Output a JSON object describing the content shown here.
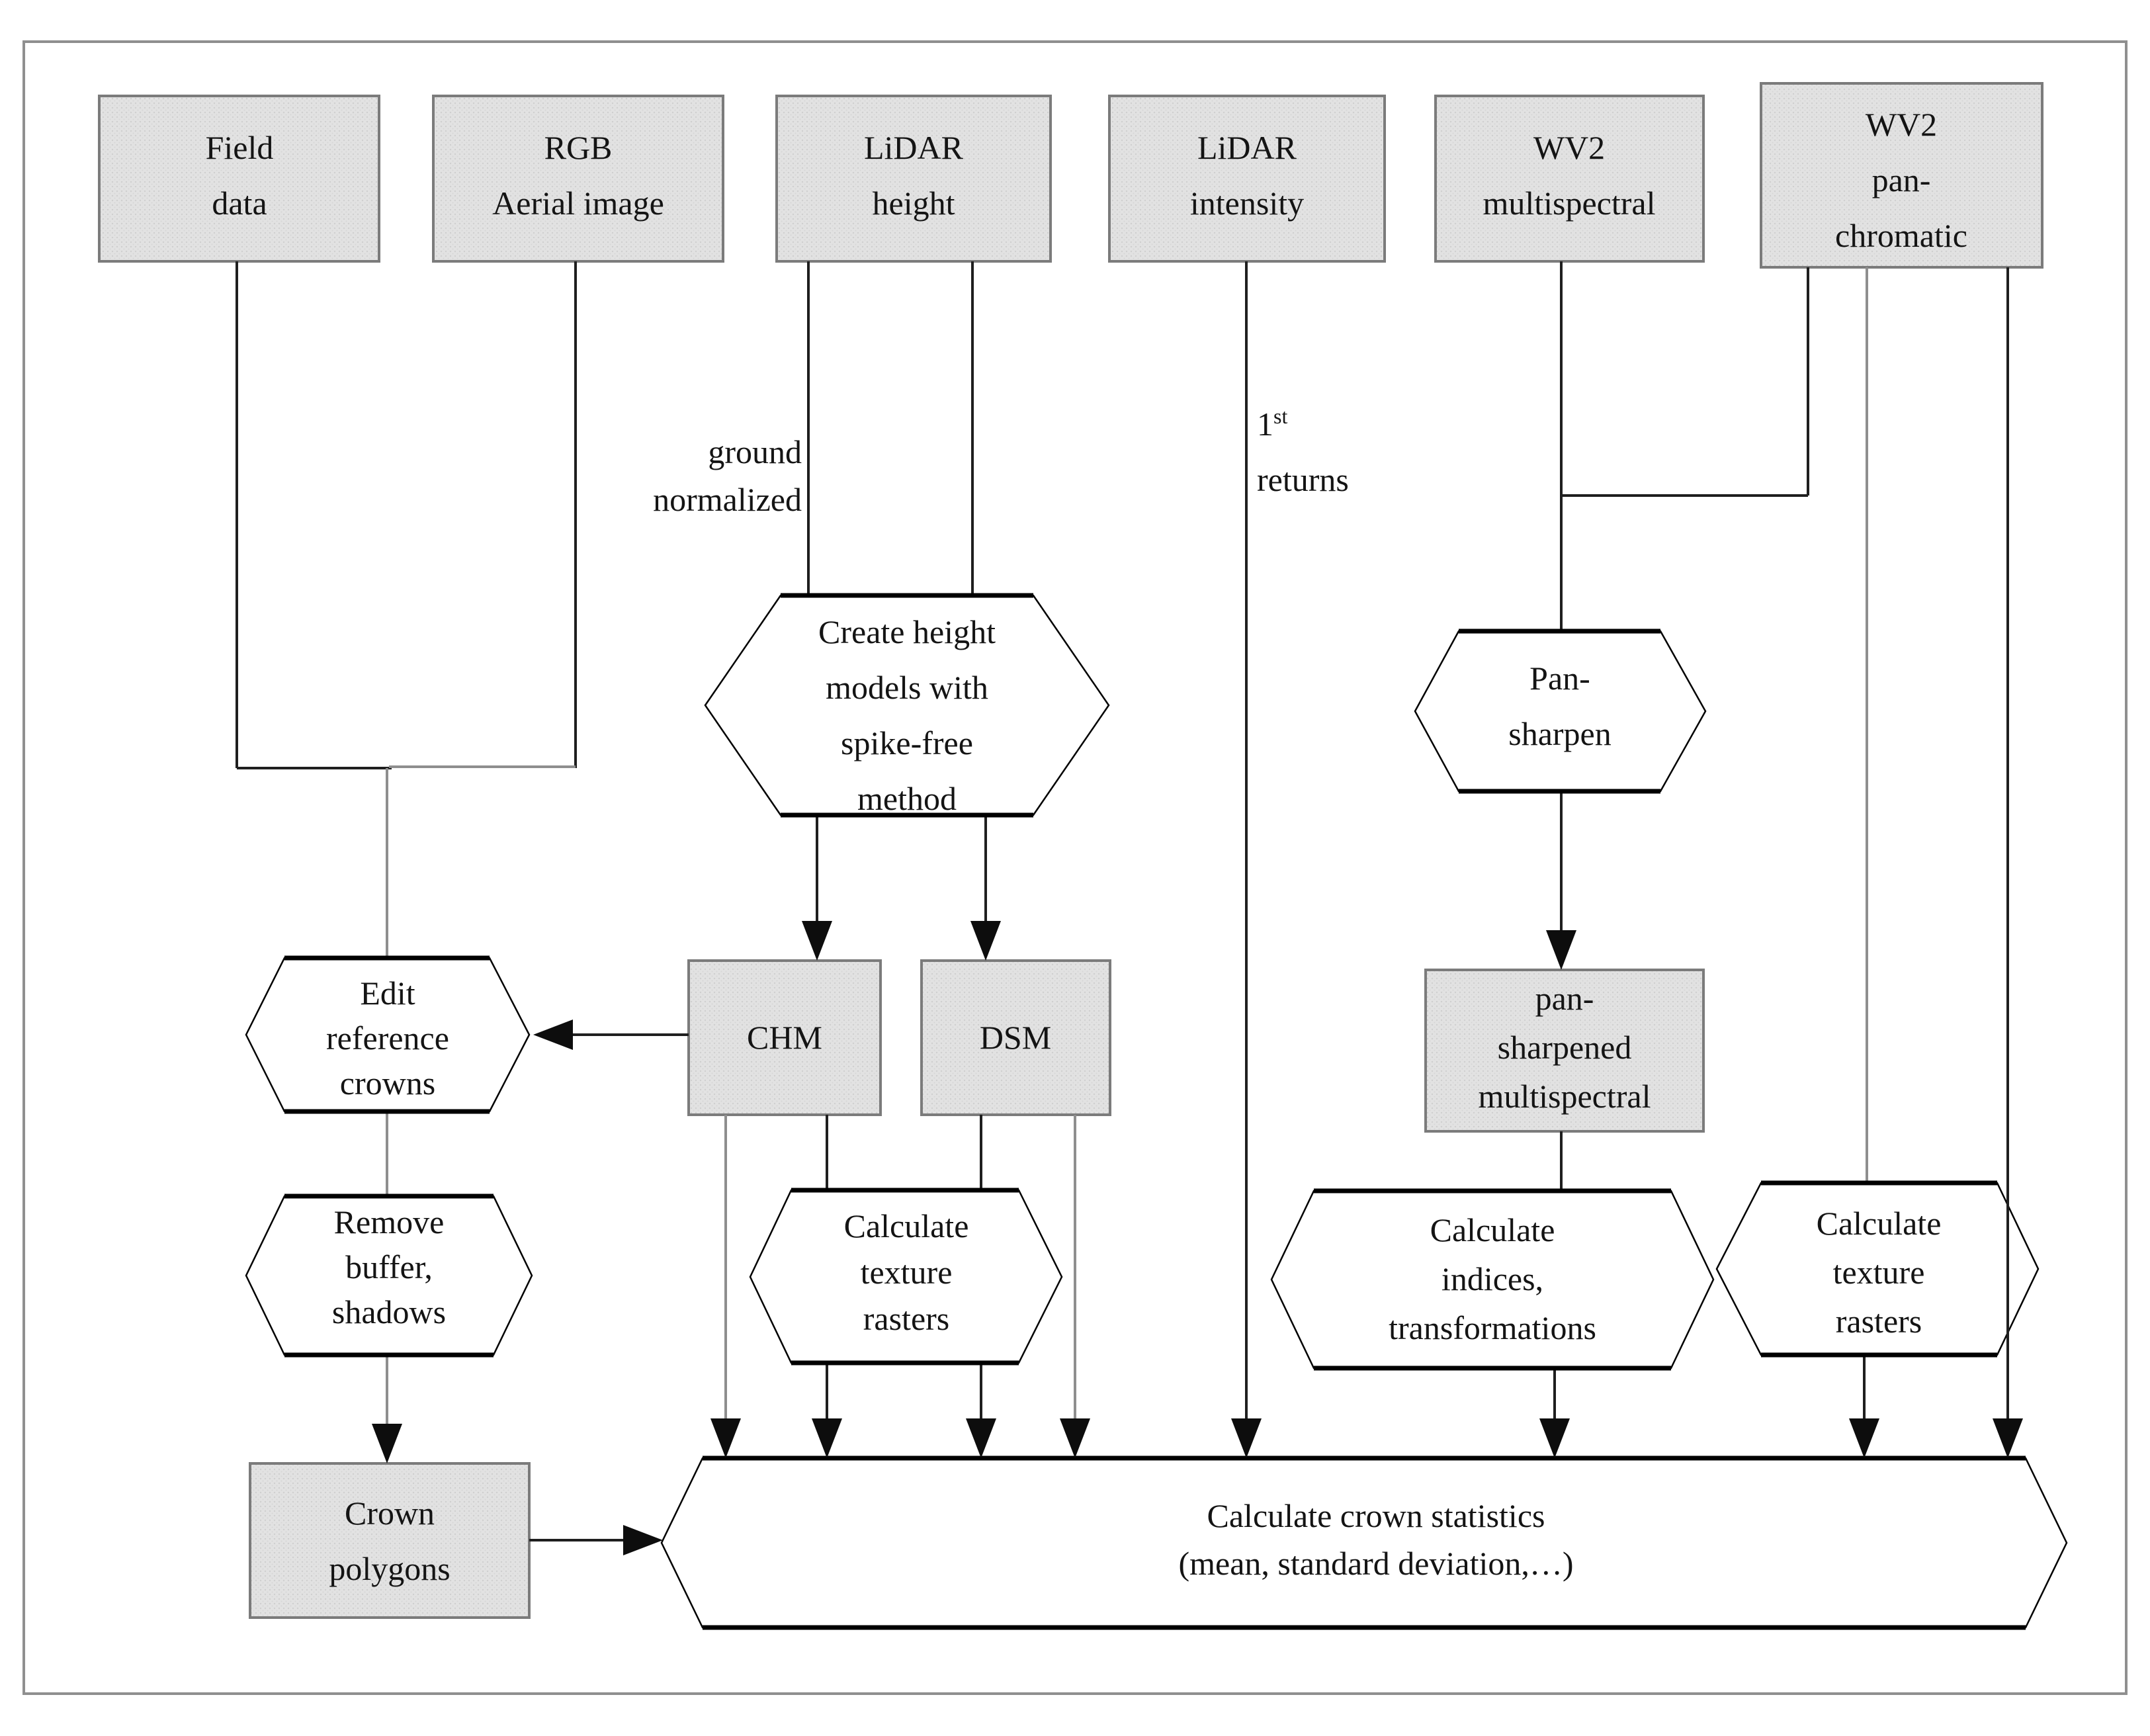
{
  "diagram_type": "flowchart",
  "colors": {
    "background": "#ffffff",
    "box_fill": "#e2e2e2",
    "box_border": "#7b7b7b",
    "hexagon_fill": "#ffffff",
    "hexagon_border": "#000000",
    "line_dark": "#1f1f1f",
    "line_gray": "#8e8e8e",
    "text": "#141414"
  },
  "nodes": {
    "field_data": {
      "lines": [
        "Field",
        "data"
      ]
    },
    "rgb_aerial_image": {
      "lines": [
        "RGB",
        "Aerial image"
      ]
    },
    "lidar_height": {
      "lines": [
        "LiDAR",
        "height"
      ]
    },
    "lidar_intensity": {
      "lines": [
        "LiDAR",
        "intensity"
      ]
    },
    "wv2_multispectral": {
      "lines": [
        "WV2",
        "multispectral"
      ]
    },
    "wv2_panchromatic": {
      "lines": [
        "WV2",
        "pan-",
        "chromatic"
      ]
    },
    "create_height_models": {
      "lines": [
        "Create height",
        "models with",
        "spike-free",
        "method"
      ]
    },
    "pan_sharpen": {
      "lines": [
        "Pan-",
        "sharpen"
      ]
    },
    "chm": {
      "lines": [
        "CHM"
      ]
    },
    "dsm": {
      "lines": [
        "DSM"
      ]
    },
    "pan_sharpened_multispectral": {
      "lines": [
        "pan-",
        "sharpened",
        "multispectral"
      ]
    },
    "edit_reference_crowns": {
      "lines": [
        "Edit",
        "reference",
        "crowns"
      ]
    },
    "remove_buffer_shadows": {
      "lines": [
        "Remove",
        "buffer,",
        "shadows"
      ]
    },
    "calculate_texture_rasters_lidar": {
      "lines": [
        "Calculate",
        "texture",
        "rasters"
      ]
    },
    "calculate_indices_transformations": {
      "lines": [
        "Calculate",
        "indices,",
        "transformations"
      ]
    },
    "calculate_texture_rasters_pan": {
      "lines": [
        "Calculate",
        "texture",
        "rasters"
      ]
    },
    "crown_polygons": {
      "lines": [
        "Crown",
        "polygons"
      ]
    },
    "calculate_crown_statistics": {
      "lines": [
        "Calculate crown statistics",
        "(mean, standard deviation,…)"
      ]
    }
  },
  "edge_labels": {
    "ground_normalized": {
      "lines": [
        "ground",
        "normalized"
      ]
    },
    "first_returns": {
      "number": "1",
      "superscript": "st",
      "word": "returns"
    }
  }
}
